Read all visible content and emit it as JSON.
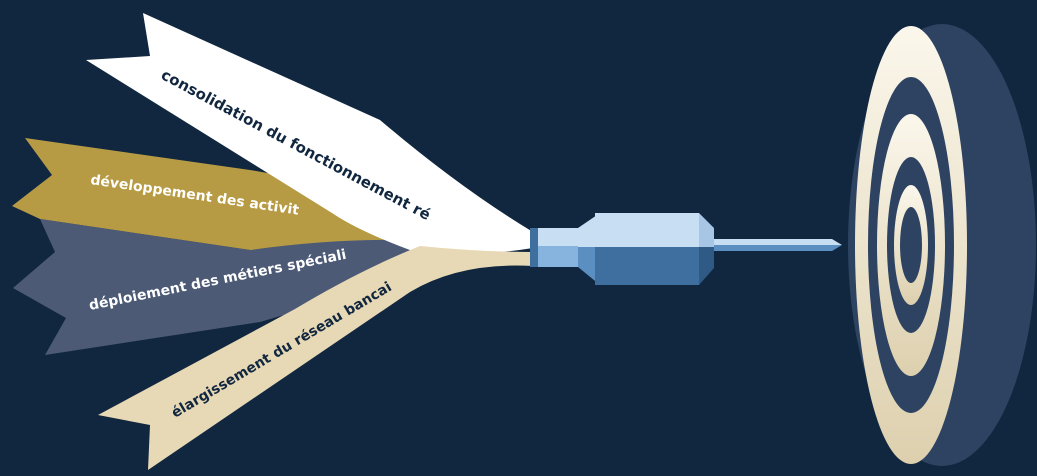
{
  "colors": {
    "background": "#11273f",
    "ribbon_white": "#ffffff",
    "ribbon_gold": "#b79b44",
    "ribbon_slate": "#4c5a76",
    "ribbon_cream": "#e8d9b6",
    "target_cream": "#f0e6cc",
    "target_navy": "#2e4361",
    "dart_light": "#c7def3",
    "dart_mid": "#87b4df",
    "dart_dark": "#3e6f9e"
  },
  "ribbons": [
    {
      "label": "consolidation du fonctionnement régional",
      "color": "#ffffff",
      "text_color": "#11273f"
    },
    {
      "label": "développement des activités",
      "color": "#b79b44",
      "text_color": "#ffffff"
    },
    {
      "label": "déploiement des métiers spécialisés",
      "color": "#4c5a76",
      "text_color": "#ffffff"
    },
    {
      "label": "élargissement du réseau bancaire",
      "color": "#e8d9b6",
      "text_color": "#11273f"
    }
  ]
}
